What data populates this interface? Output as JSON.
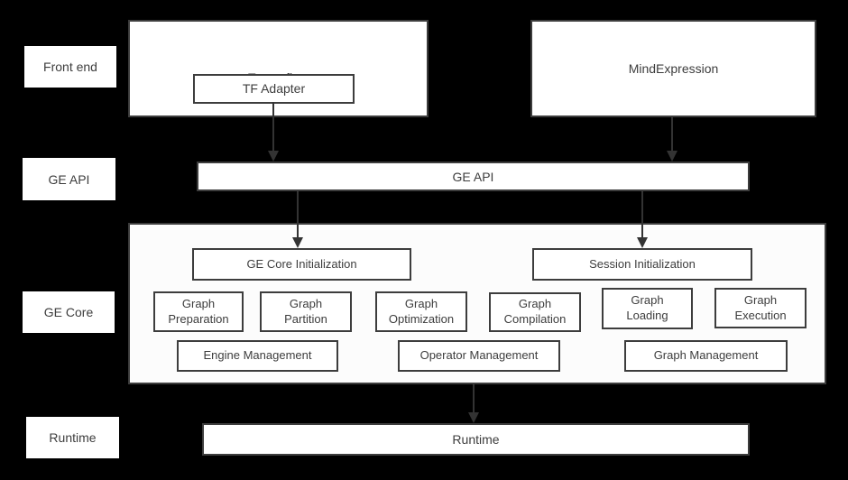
{
  "diagram": {
    "title_hint": "GE architecture diagram",
    "colors": {
      "background": "#000000",
      "box_fill": "#ffffff",
      "box_border": "#3d3d3d",
      "text": "#3d3d3d",
      "arrow": "#333333"
    },
    "row_labels": [
      {
        "label": "Front end"
      },
      {
        "label": "GE API"
      },
      {
        "label": "GE Core"
      },
      {
        "label": "Runtime"
      }
    ],
    "front_end": {
      "tensorflow_label": "Tensorflow",
      "tf_adapter_label": "TF Adapter",
      "mindexpression_label": "MindExpression"
    },
    "ge_api_bar_label": "GE API",
    "ge_core": {
      "init_boxes": [
        {
          "label": "GE Core Initialization"
        },
        {
          "label": "Session Initialization"
        }
      ],
      "function_boxes": [
        {
          "label": "Graph Preparation"
        },
        {
          "label": "Graph Partition"
        },
        {
          "label": "Graph Optimization"
        },
        {
          "label": "Graph Compilation"
        },
        {
          "label": "Graph Loading"
        },
        {
          "label": "Graph Execution"
        }
      ],
      "management_boxes": [
        {
          "label": "Engine Management"
        },
        {
          "label": "Operator Management"
        },
        {
          "label": "Graph Management"
        }
      ]
    },
    "runtime_bar_label": "Runtime"
  }
}
